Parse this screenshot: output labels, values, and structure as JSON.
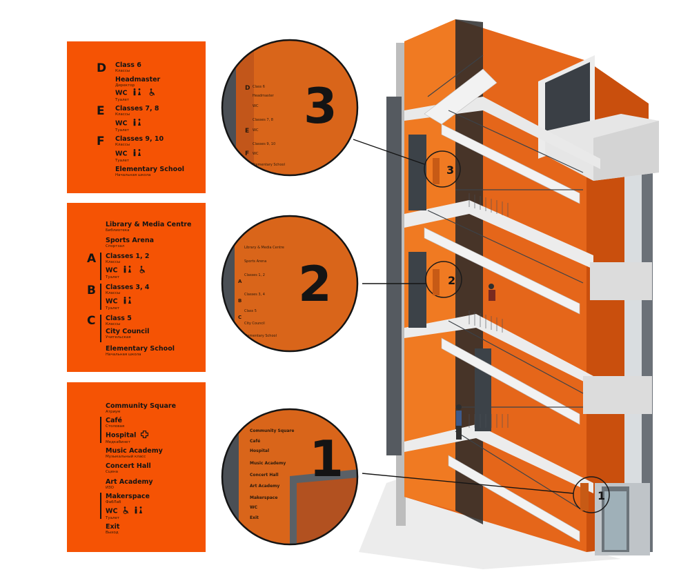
{
  "colors": {
    "accent": "#f55304",
    "wall": "#e36b17",
    "ink": "#141414",
    "concrete": "#e8e8e8"
  },
  "panels": [
    {
      "id": "floor-3",
      "letters": [
        {
          "letter": "D",
          "items": [
            {
              "en": "Class 6",
              "ru": "Классы"
            },
            {
              "en": "Headmaster",
              "ru": "Директор"
            },
            {
              "en": "WC",
              "ru": "Туалет",
              "icons": [
                "restroom-man-woman-icon",
                "accessible-icon"
              ]
            }
          ]
        },
        {
          "letter": "E",
          "items": [
            {
              "en": "Classes 7, 8",
              "ru": "Классы"
            },
            {
              "en": "WC",
              "ru": "Туалет",
              "icons": [
                "restroom-man-woman-icon"
              ]
            }
          ]
        },
        {
          "letter": "F",
          "items": [
            {
              "en": "Classes 9, 10",
              "ru": "Классы"
            },
            {
              "en": "WC",
              "ru": "Туалет",
              "icons": [
                "restroom-man-woman-icon"
              ]
            }
          ]
        }
      ],
      "footer": {
        "en": "Elementary School",
        "ru": "Начальная школа"
      }
    },
    {
      "id": "floor-2",
      "header": [
        {
          "en": "Library & Media Centre",
          "ru": "Библиотека"
        },
        {
          "en": "Sports Arena",
          "ru": "Спортзал"
        }
      ],
      "letters": [
        {
          "letter": "A",
          "items": [
            {
              "en": "Classes 1, 2",
              "ru": "Классы"
            },
            {
              "en": "WC",
              "ru": "Туалет",
              "icons": [
                "restroom-man-woman-icon",
                "accessible-icon"
              ]
            }
          ]
        },
        {
          "letter": "B",
          "items": [
            {
              "en": "Classes 3, 4",
              "ru": "Классы"
            },
            {
              "en": "WC",
              "ru": "Туалет",
              "icons": [
                "restroom-man-woman-icon"
              ]
            }
          ]
        },
        {
          "letter": "C",
          "items": [
            {
              "en": "Class 5",
              "ru": "Классы"
            },
            {
              "en": "City Council",
              "ru": "Учительская"
            }
          ]
        }
      ],
      "footer": {
        "en": "Elementary School",
        "ru": "Начальная школа"
      }
    },
    {
      "id": "floor-1",
      "items": [
        {
          "en": "Community Square",
          "ru": "Атриум"
        },
        {
          "en": "Café",
          "ru": "Столовая"
        },
        {
          "en": "Hospital",
          "ru": "Медкабинет",
          "icons": [
            "medical-cross-icon"
          ]
        },
        {
          "en": "Music Academy",
          "ru": "Музыкальный класс"
        },
        {
          "en": "Concert Hall",
          "ru": "Сцена"
        },
        {
          "en": "Art Academy",
          "ru": "ИЗО"
        },
        {
          "en": "Makerspace",
          "ru": "ФабЛаб"
        },
        {
          "en": "WC",
          "ru": "Туалет",
          "icons": [
            "accessible-icon",
            "restroom-man-woman-icon"
          ]
        },
        {
          "en": "Exit",
          "ru": "Выход"
        }
      ]
    }
  ],
  "callouts": [
    {
      "floor": "3",
      "label": "3"
    },
    {
      "floor": "2",
      "label": "2"
    },
    {
      "floor": "1",
      "label": "1"
    }
  ]
}
